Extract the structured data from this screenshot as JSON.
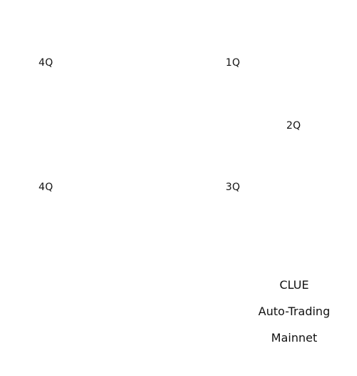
{
  "roadmap": {
    "quarters": {
      "top_left": "4Q",
      "top_right": "1Q",
      "middle_right": "2Q",
      "bottom_left": "4Q",
      "bottom_right": "3Q"
    },
    "milestone": {
      "line1": "CLUE",
      "line2": "Auto-Trading",
      "line3": "Mainnet"
    }
  }
}
